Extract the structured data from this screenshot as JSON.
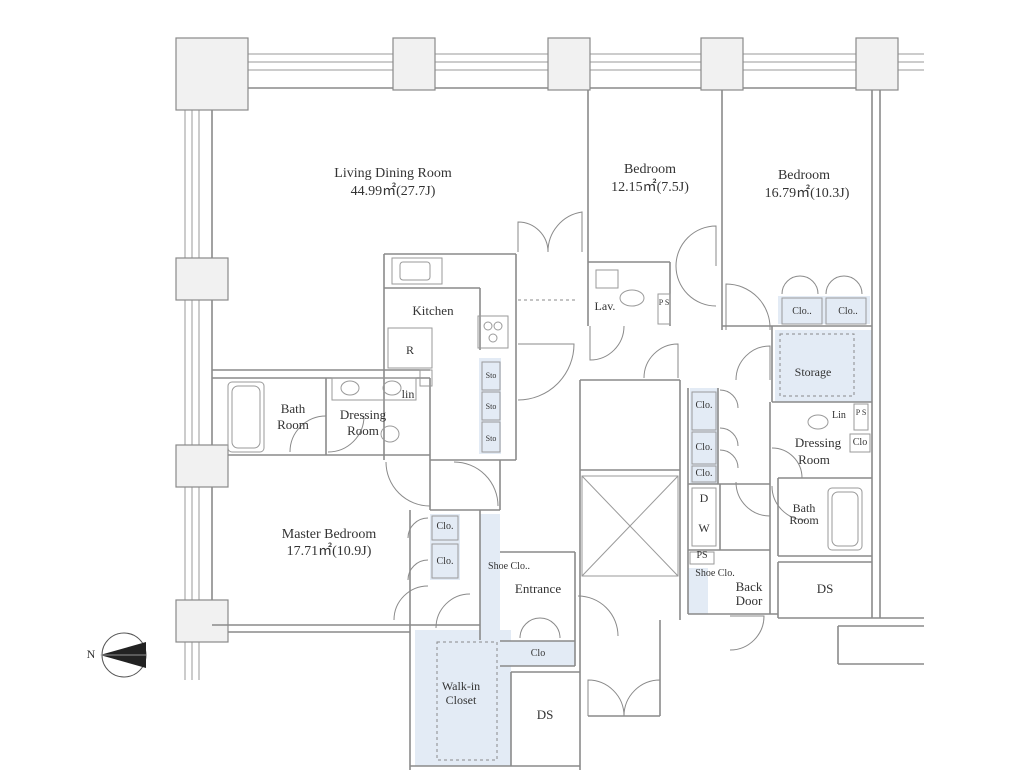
{
  "rooms": {
    "living": {
      "name": "Living Dining Room",
      "area": "44.99㎡(27.7J)"
    },
    "bedroom1": {
      "name": "Bedroom",
      "area": "12.15㎡(7.5J)"
    },
    "bedroom2": {
      "name": "Bedroom",
      "area": "16.79㎡(10.3J)"
    },
    "master": {
      "name": "Master Bedroom",
      "area": "17.71㎡(10.9J)"
    },
    "kitchen": "Kitchen",
    "fridge": "R",
    "bath1": [
      "Bath",
      "Room"
    ],
    "dressing1": [
      "Dressing",
      "Room"
    ],
    "bath2": [
      "Bath",
      "Room"
    ],
    "dressing2": [
      "Dressing",
      "Room"
    ],
    "lav": "Lav.",
    "lin1": "lin",
    "lin2": "Lin",
    "storage": "Storage",
    "entrance": "Entrance",
    "walkin": [
      "Walk-in",
      "Closet"
    ],
    "backdoor": [
      "Back",
      "Door"
    ],
    "ds1": "DS",
    "ds2": "DS",
    "washer": [
      "D",
      "W"
    ],
    "ps": "PS",
    "ps_v": "P S"
  },
  "closets": {
    "clo_dot": "Clo..",
    "clo": "Clo.",
    "clo_plain": "Clo",
    "shoe1": "Shoe Clo..",
    "shoe2": "Shoe Clo.",
    "sto": "Sto"
  },
  "compass": {
    "north": "N"
  },
  "colors": {
    "wall": "#8a8a8a",
    "storage_fill": "#e3ebf5",
    "text": "#333333"
  }
}
